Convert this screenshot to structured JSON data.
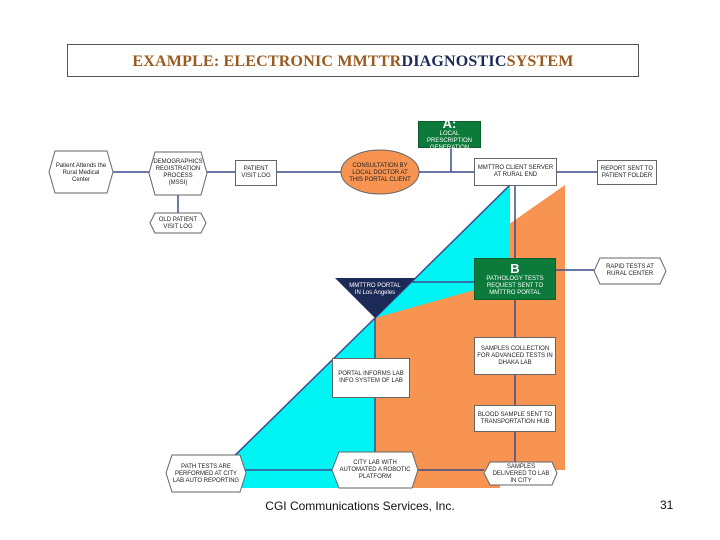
{
  "title": {
    "part1": "EXAMPLE: ELECTRONIC MMTTR",
    "part2": "DIAGNOSTIC",
    "part3": "SYSTEM"
  },
  "nodes": {
    "patient_attends": "Patient Attends the Rural Medical Center",
    "demographics": "DEMOGRAPHICS REGISTRATION PROCESS (MSSI)",
    "patient_visit_log": "PATIENT VISIT LOG",
    "old_patient": "OLD PATIENT VISIT LOG",
    "consultation": "CONSULTATION BY LOCAL DOCTOR AT THIS PORTAL CLIENT",
    "a_letter": "A:",
    "a_text": "LOCAL PRESCRIPTION GENERATION",
    "mmttr_client": "MMTTRO CLIENT SERVER AT RURAL END",
    "report_sent": "REPORT SENT TO PATIENT FOLDER",
    "b_letter": "B",
    "b_text": "PATHOLOGY TESTS REQUEST SENT TO MMTTRO PORTAL",
    "rapid_tests": "RAPID TESTS AT RURAL CENTER",
    "mmttro_portal": "MMTTRO PORTAL IN Los Angeles",
    "samples_collection": "SAMPLES COLLECTION FOR ADVANCED TESTS IN DHAKA LAB",
    "portal_informs": "PORTAL INFORMS LAB INFO SYSTEM OF LAB",
    "blood_sample": "BLOOD SAMPLE SENT TO TRANSPORTATION HUB",
    "path_tests": "PATH TESTS ARE PERFORMED AT CITY LAB AUTO REPORTING",
    "city_lab": "CITY LAB WITH AUTOMATED A ROBOTIC PLATFORM",
    "samples_delivered": "SAMPLES DELIVERED TO LAB IN CITY"
  },
  "colors": {
    "orange": "#f79451",
    "cyan": "#00f4f4",
    "navy": "#1c2a57",
    "green": "#0c7a3a",
    "line": "#3a4b8a"
  },
  "footer": {
    "company": "CGI Communications Services, Inc.",
    "page": "31"
  }
}
